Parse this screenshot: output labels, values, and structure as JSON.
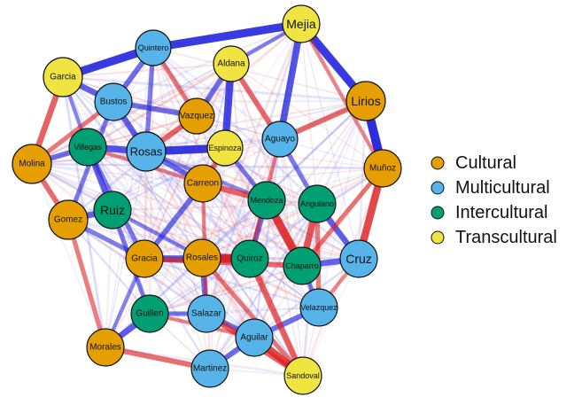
{
  "colors": {
    "Cultural": "#E69F00",
    "Multicultural": "#56B4E9",
    "Intercultural": "#009E73",
    "Transcultural": "#F0E442",
    "positive_edge": "#2222DD",
    "negative_edge": "#DD2222"
  },
  "legend": [
    {
      "label": "Cultural",
      "category": "Cultural"
    },
    {
      "label": "Multicultural",
      "category": "Multicultural"
    },
    {
      "label": "Intercultural",
      "category": "Intercultural"
    },
    {
      "label": "Transcultural",
      "category": "Transcultural"
    }
  ],
  "nodes": [
    {
      "id": "Mejia",
      "category": "Transcultural"
    },
    {
      "id": "Quintero",
      "category": "Multicultural"
    },
    {
      "id": "Aldana",
      "category": "Transcultural"
    },
    {
      "id": "Garcia",
      "category": "Transcultural"
    },
    {
      "id": "Lirios",
      "category": "Cultural"
    },
    {
      "id": "Bustos",
      "category": "Multicultural"
    },
    {
      "id": "Vazquez",
      "category": "Cultural"
    },
    {
      "id": "Villegas",
      "category": "Intercultural"
    },
    {
      "id": "Rosas",
      "category": "Multicultural"
    },
    {
      "id": "Espinoza",
      "category": "Transcultural"
    },
    {
      "id": "Aguayo",
      "category": "Multicultural"
    },
    {
      "id": "Molina",
      "category": "Cultural"
    },
    {
      "id": "Muñoz",
      "category": "Cultural"
    },
    {
      "id": "Carreon",
      "category": "Cultural"
    },
    {
      "id": "Mendoza",
      "category": "Intercultural"
    },
    {
      "id": "Anguiano",
      "category": "Intercultural"
    },
    {
      "id": "Ruiz",
      "category": "Intercultural"
    },
    {
      "id": "Gomez",
      "category": "Cultural"
    },
    {
      "id": "Gracia",
      "category": "Cultural"
    },
    {
      "id": "Rosales",
      "category": "Cultural"
    },
    {
      "id": "Quiroz",
      "category": "Intercultural"
    },
    {
      "id": "Chaparro",
      "category": "Intercultural"
    },
    {
      "id": "Cruz",
      "category": "Multicultural"
    },
    {
      "id": "Guillen",
      "category": "Intercultural"
    },
    {
      "id": "Salazar",
      "category": "Multicultural"
    },
    {
      "id": "Velazquez",
      "category": "Multicultural"
    },
    {
      "id": "Aguilar",
      "category": "Multicultural"
    },
    {
      "id": "Morales",
      "category": "Cultural"
    },
    {
      "id": "Martinez",
      "category": "Multicultural"
    },
    {
      "id": "Sandoval",
      "category": "Transcultural"
    }
  ],
  "edges": [
    {
      "source": "Quintero",
      "target": "Mejia",
      "sign": "positive",
      "strength": 0.9
    },
    {
      "source": "Garcia",
      "target": "Quintero",
      "sign": "positive",
      "strength": 0.9
    },
    {
      "source": "Mejia",
      "target": "Lirios",
      "sign": "positive",
      "strength": 0.9
    },
    {
      "source": "Lirios",
      "target": "Muñoz",
      "sign": "positive",
      "strength": 1.0
    },
    {
      "source": "Aldana",
      "target": "Espinoza",
      "sign": "positive",
      "strength": 0.8
    },
    {
      "source": "Rosas",
      "target": "Espinoza",
      "sign": "positive",
      "strength": 0.9
    },
    {
      "source": "Villegas",
      "target": "Rosas",
      "sign": "positive",
      "strength": 0.7
    },
    {
      "source": "Bustos",
      "target": "Garcia",
      "sign": "positive",
      "strength": 0.6
    },
    {
      "source": "Gracia",
      "target": "Quiroz",
      "sign": "positive",
      "strength": 0.7
    },
    {
      "source": "Chaparro",
      "target": "Cruz",
      "sign": "positive",
      "strength": 0.6
    },
    {
      "source": "Mejia",
      "target": "Aguayo",
      "sign": "positive",
      "strength": 0.7
    },
    {
      "source": "Ruiz",
      "target": "Villegas",
      "sign": "positive",
      "strength": 0.6
    },
    {
      "source": "Ruiz",
      "target": "Gomez",
      "sign": "positive",
      "strength": 0.6
    },
    {
      "source": "Guillen",
      "target": "Morales",
      "sign": "positive",
      "strength": 0.6
    },
    {
      "source": "Anguiano",
      "target": "Cruz",
      "sign": "positive",
      "strength": 0.6
    },
    {
      "source": "Aldana",
      "target": "Vazquez",
      "sign": "positive",
      "strength": 0.5
    },
    {
      "source": "Bustos",
      "target": "Rosas",
      "sign": "positive",
      "strength": 0.6
    },
    {
      "source": "Quintero",
      "target": "Bustos",
      "sign": "positive",
      "strength": 0.5
    },
    {
      "source": "Vazquez",
      "target": "Bustos",
      "sign": "positive",
      "strength": 0.5
    },
    {
      "source": "Carreon",
      "target": "Gracia",
      "sign": "positive",
      "strength": 0.5
    },
    {
      "source": "Rosales",
      "target": "Salazar",
      "sign": "positive",
      "strength": 0.5
    },
    {
      "source": "Aguilar",
      "target": "Velazquez",
      "sign": "positive",
      "strength": 0.5
    },
    {
      "source": "Salazar",
      "target": "Aguilar",
      "sign": "positive",
      "strength": 0.5
    },
    {
      "source": "Martinez",
      "target": "Aguilar",
      "sign": "positive",
      "strength": 0.5
    },
    {
      "source": "Molina",
      "target": "Villegas",
      "sign": "positive",
      "strength": 0.5
    },
    {
      "source": "Mendoza",
      "target": "Quiroz",
      "sign": "positive",
      "strength": 0.5
    },
    {
      "source": "Rosas",
      "target": "Carreon",
      "sign": "positive",
      "strength": 0.5
    },
    {
      "source": "Guillen",
      "target": "Salazar",
      "sign": "positive",
      "strength": 0.4
    },
    {
      "source": "Gomez",
      "target": "Gracia",
      "sign": "positive",
      "strength": 0.4
    },
    {
      "source": "Villegas",
      "target": "Gracia",
      "sign": "positive",
      "strength": 0.4
    },
    {
      "source": "Espinoza",
      "target": "Mendoza",
      "sign": "positive",
      "strength": 0.4
    },
    {
      "source": "Aguayo",
      "target": "Anguiano",
      "sign": "positive",
      "strength": 0.4
    },
    {
      "source": "Quintero",
      "target": "Rosas",
      "sign": "positive",
      "strength": 0.4
    },
    {
      "source": "Bustos",
      "target": "Gomez",
      "sign": "positive",
      "strength": 0.4
    },
    {
      "source": "Ruiz",
      "target": "Guillen",
      "sign": "positive",
      "strength": 0.4
    },
    {
      "source": "Chaparro",
      "target": "Velazquez",
      "sign": "positive",
      "strength": 0.4
    },
    {
      "source": "Mejia",
      "target": "Aldana",
      "sign": "positive",
      "strength": 0.3
    },
    {
      "source": "Gracia",
      "target": "Morales",
      "sign": "positive",
      "strength": 0.3
    },
    {
      "source": "Ruiz",
      "target": "Rosales",
      "sign": "positive",
      "strength": 0.3
    },
    {
      "source": "Rosas",
      "target": "Mendoza",
      "sign": "positive",
      "strength": 0.3
    },
    {
      "source": "Garcia",
      "target": "Villegas",
      "sign": "positive",
      "strength": 0.3
    },
    {
      "source": "Rosales",
      "target": "Quiroz",
      "sign": "negative",
      "strength": 1.0
    },
    {
      "source": "Mendoza",
      "target": "Chaparro",
      "sign": "negative",
      "strength": 0.9
    },
    {
      "source": "Anguiano",
      "target": "Chaparro",
      "sign": "negative",
      "strength": 0.7
    },
    {
      "source": "Muñoz",
      "target": "Cruz",
      "sign": "negative",
      "strength": 0.8
    },
    {
      "source": "Aguilar",
      "target": "Sandoval",
      "sign": "negative",
      "strength": 0.8
    },
    {
      "source": "Salazar",
      "target": "Sandoval",
      "sign": "negative",
      "strength": 0.6
    },
    {
      "source": "Morales",
      "target": "Martinez",
      "sign": "negative",
      "strength": 0.5
    },
    {
      "source": "Garcia",
      "target": "Molina",
      "sign": "negative",
      "strength": 0.6
    },
    {
      "source": "Molina",
      "target": "Gomez",
      "sign": "negative",
      "strength": 0.5
    },
    {
      "source": "Lirios",
      "target": "Aguayo",
      "sign": "negative",
      "strength": 0.5
    },
    {
      "source": "Rosas",
      "target": "Vazquez",
      "sign": "negative",
      "strength": 0.5
    },
    {
      "source": "Aldana",
      "target": "Aguayo",
      "sign": "negative",
      "strength": 0.5
    },
    {
      "source": "Carreon",
      "target": "Mendoza",
      "sign": "negative",
      "strength": 0.6
    },
    {
      "source": "Espinoza",
      "target": "Carreon",
      "sign": "negative",
      "strength": 0.5
    },
    {
      "source": "Gracia",
      "target": "Chaparro",
      "sign": "negative",
      "strength": 0.5
    },
    {
      "source": "Quiroz",
      "target": "Sandoval",
      "sign": "negative",
      "strength": 0.6
    },
    {
      "source": "Rosales",
      "target": "Sandoval",
      "sign": "negative",
      "strength": 0.4
    },
    {
      "source": "Vazquez",
      "target": "Quintero",
      "sign": "negative",
      "strength": 0.4
    },
    {
      "source": "Gomez",
      "target": "Morales",
      "sign": "negative",
      "strength": 0.4
    },
    {
      "source": "Bustos",
      "target": "Molina",
      "sign": "negative",
      "strength": 0.4
    },
    {
      "source": "Anguiano",
      "target": "Velazquez",
      "sign": "negative",
      "strength": 0.4
    },
    {
      "source": "Muñoz",
      "target": "Chaparro",
      "sign": "negative",
      "strength": 0.4
    },
    {
      "source": "Mejia",
      "target": "Muñoz",
      "sign": "negative",
      "strength": 0.3
    },
    {
      "source": "Cruz",
      "target": "Velazquez",
      "sign": "negative",
      "strength": 0.3
    },
    {
      "source": "Carreon",
      "target": "Salazar",
      "sign": "negative",
      "strength": 0.3
    },
    {
      "source": "Guillen",
      "target": "Aguilar",
      "sign": "negative",
      "strength": 0.3
    },
    {
      "source": "Aguayo",
      "target": "Quiroz",
      "sign": "negative",
      "strength": 0.3
    },
    {
      "source": "Villegas",
      "target": "Carreon",
      "sign": "negative",
      "strength": 0.3
    }
  ]
}
